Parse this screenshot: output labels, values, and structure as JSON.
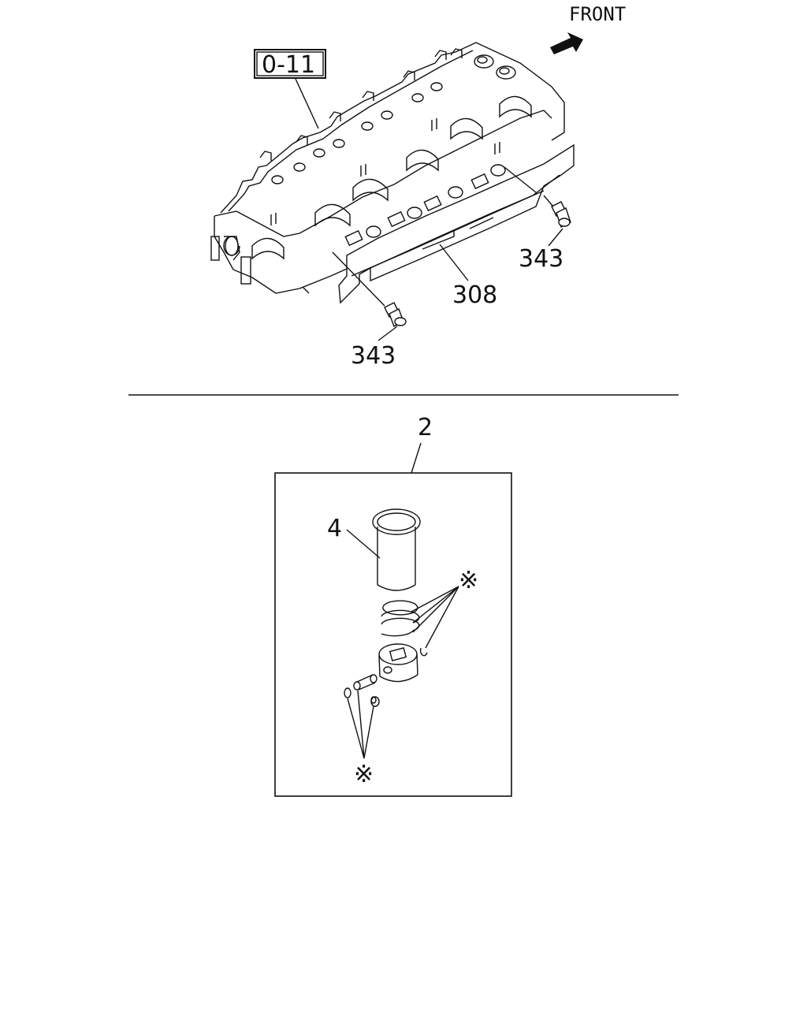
{
  "front_label": "FRONT",
  "callouts": {
    "ref_box": "0-11",
    "gasket_bolt_right": "343",
    "gasket": "308",
    "gasket_bolt_left": "343",
    "kit": "2",
    "liner": "4",
    "ring_mark": "※",
    "pin_mark": "※"
  }
}
